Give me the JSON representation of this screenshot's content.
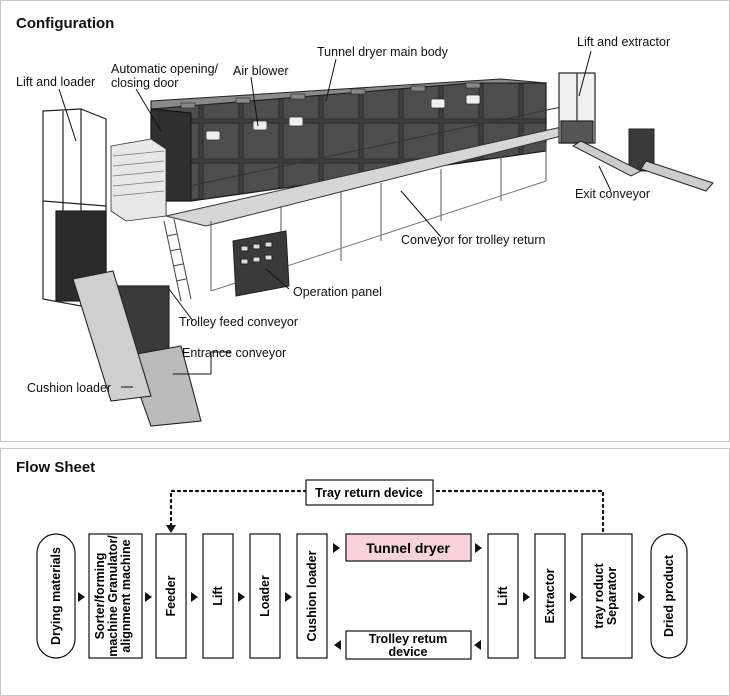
{
  "sections": {
    "configuration": "Configuration",
    "flow_sheet": "Flow Sheet"
  },
  "config_labels": {
    "lift_loader": "Lift and loader",
    "auto_door_1": "Automatic opening/",
    "auto_door_2": "closing door",
    "air_blower": "Air blower",
    "tunnel_dryer_body": "Tunnel dryer main body",
    "lift_extractor": "Lift and extractor",
    "exit_conveyor": "Exit conveyor",
    "conveyor_return": "Conveyor for trolley return",
    "operation_panel": "Operation panel",
    "trolley_feed": "Trolley feed conveyor",
    "entrance_conveyor": "Entrance conveyor",
    "cushion_loader": "Cushion loader"
  },
  "flow": {
    "tray_return": "Tray return device",
    "tunnel_dryer": "Tunnel dryer",
    "trolley_return_1": "Trolley retum",
    "trolley_return_2": "device",
    "boxes": {
      "drying": "Drying materials",
      "sorter_1": "Sorter/forming",
      "sorter_2": "machine Granulator/",
      "sorter_3": "alignment machine",
      "feeder": "Feeder",
      "lift1": "Lift",
      "loader": "Loader",
      "cushion": "Cushion loader",
      "lift2": "Lift",
      "extractor": "Extractor",
      "sep_1": "tray roduct",
      "sep_2": "Separator",
      "dried": "Dried product"
    }
  },
  "colors": {
    "tunnel_dryer_fill": "#f7d4dc",
    "dark_machine": "#4a4a4a"
  }
}
